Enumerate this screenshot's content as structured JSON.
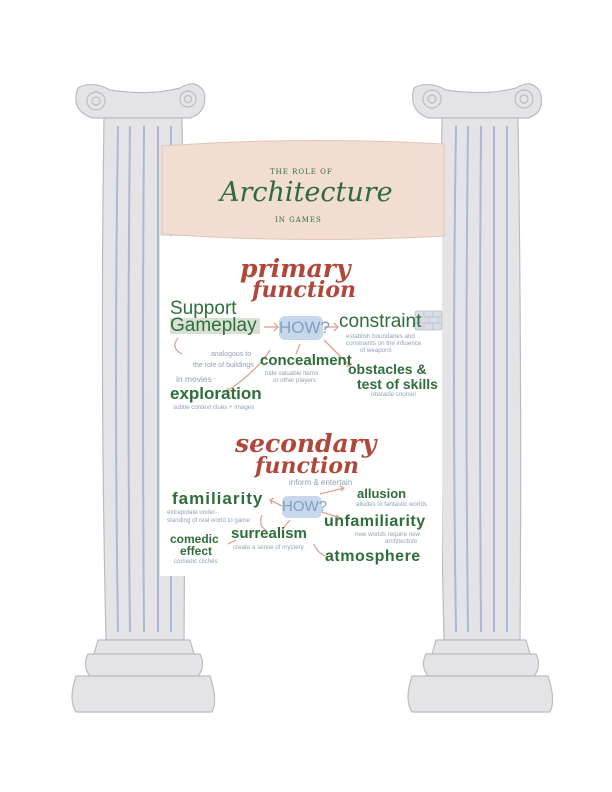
{
  "banner": {
    "top_text": "THE ROLE OF",
    "title": "Architecture",
    "bottom_text": "IN GAMES"
  },
  "primary": {
    "title_line1": "primary",
    "title_line2": "function",
    "how": "HOW?",
    "support_gameplay_line1": "Support",
    "support_gameplay_line2": "Gameplay",
    "analogous_line1": "analogous to",
    "analogous_line2": "the role of buildings",
    "analogous_line3": "in movies",
    "constraint": "constraint",
    "constraint_note_line1": "establish boundaries and",
    "constraint_note_line2": "constraints on the influence",
    "constraint_note_line3": "of weapons",
    "concealment": "concealment",
    "concealment_note_line1": "hide valuable items",
    "concealment_note_line2": "or other players",
    "obstacles_line1": "obstacles &",
    "obstacles_line2": "test of skills",
    "obstacles_note": "obstacle course!",
    "exploration": "exploration",
    "exploration_note": "subtle context clues + images"
  },
  "secondary": {
    "title_line1": "secondary",
    "title_line2": "function",
    "subtitle": "inform & entertain",
    "how": "HOW?",
    "familiarity": "familiarity",
    "familiarity_note_line1": "extrapolate under-",
    "familiarity_note_line2": "standing of real world to game",
    "allusion": "allusion",
    "allusion_note": "alludes to fantastic worlds",
    "unfamiliarity": "unfamiliarity",
    "unfamiliarity_note_line1": "new worlds require new",
    "unfamiliarity_note_line2": "architecture",
    "surrealism": "surrealism",
    "surrealism_note": "create a sense of mystery",
    "comedic_line1": "comedic",
    "comedic_line2": "effect",
    "comedic_note": "comedic clichés",
    "atmosphere": "atmosphere"
  },
  "colors": {
    "column": "#e4e4e6",
    "column_stroke": "#b8bcc4",
    "column_flute": "#a9b9d2",
    "banner": "#f2ddd2",
    "title_green": "#2f6e3a",
    "section_red": "#b0473a",
    "note_gray": "#8ea2b8",
    "arrow": "#d9a58f",
    "how_bubble": "#c7d8ea"
  }
}
